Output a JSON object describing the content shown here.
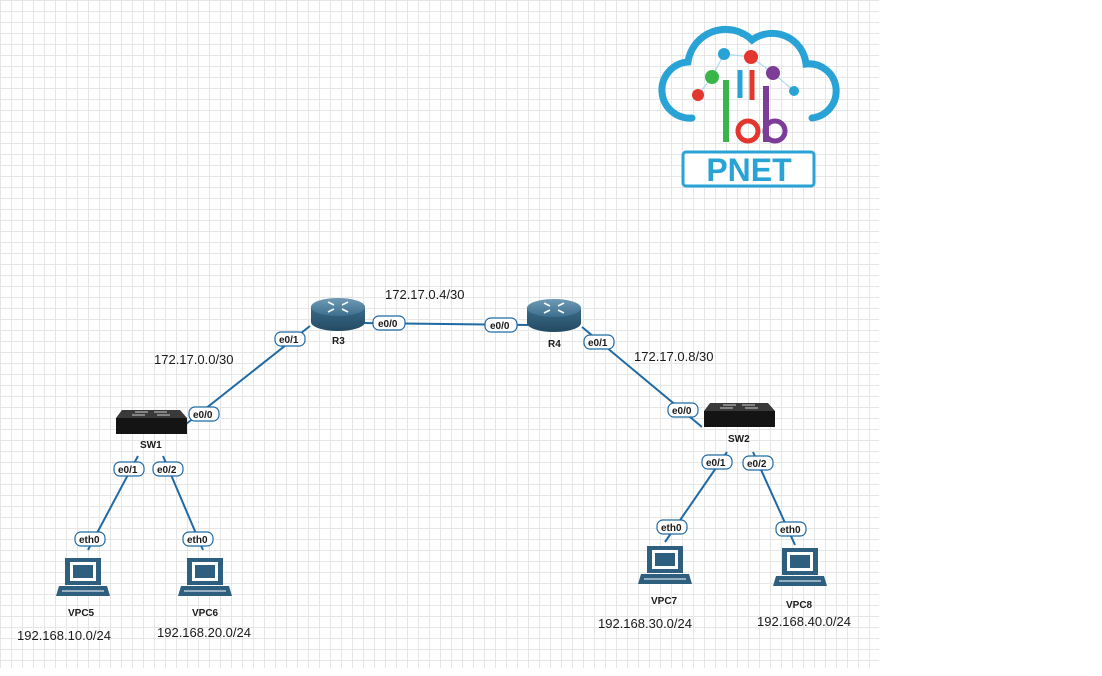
{
  "logo": {
    "wordmark": "lab",
    "brand": "PNET"
  },
  "nodes": {
    "r3": {
      "label": "R3"
    },
    "r4": {
      "label": "R4"
    },
    "sw1": {
      "label": "SW1"
    },
    "sw2": {
      "label": "SW2"
    },
    "vpc5": {
      "label": "VPC5"
    },
    "vpc6": {
      "label": "VPC6"
    },
    "vpc7": {
      "label": "VPC7"
    },
    "vpc8": {
      "label": "VPC8"
    }
  },
  "ports": {
    "r3_e00": "e0/0",
    "r3_e01": "e0/1",
    "r4_e00": "e0/0",
    "r4_e01": "e0/1",
    "sw1_e00": "e0/0",
    "sw1_e01": "e0/1",
    "sw1_e02": "e0/2",
    "sw2_e00": "e0/0",
    "sw2_e01": "e0/1",
    "sw2_e02": "e0/2",
    "vpc5_eth0": "eth0",
    "vpc6_eth0": "eth0",
    "vpc7_eth0": "eth0",
    "vpc8_eth0": "eth0"
  },
  "networks": {
    "r3_r4": "172.17.0.4/30",
    "sw1_r3": "172.17.0.0/30",
    "r4_sw2": "172.17.0.8/30",
    "vpc5": "192.168.10.0/24",
    "vpc6": "192.168.20.0/24",
    "vpc7": "192.168.30.0/24",
    "vpc8": "192.168.40.0/24"
  },
  "colors": {
    "link": "#1f6aa5",
    "router": "#3a6d8c",
    "switch": "#1c1c1c",
    "pc": "#2f5f7e"
  }
}
